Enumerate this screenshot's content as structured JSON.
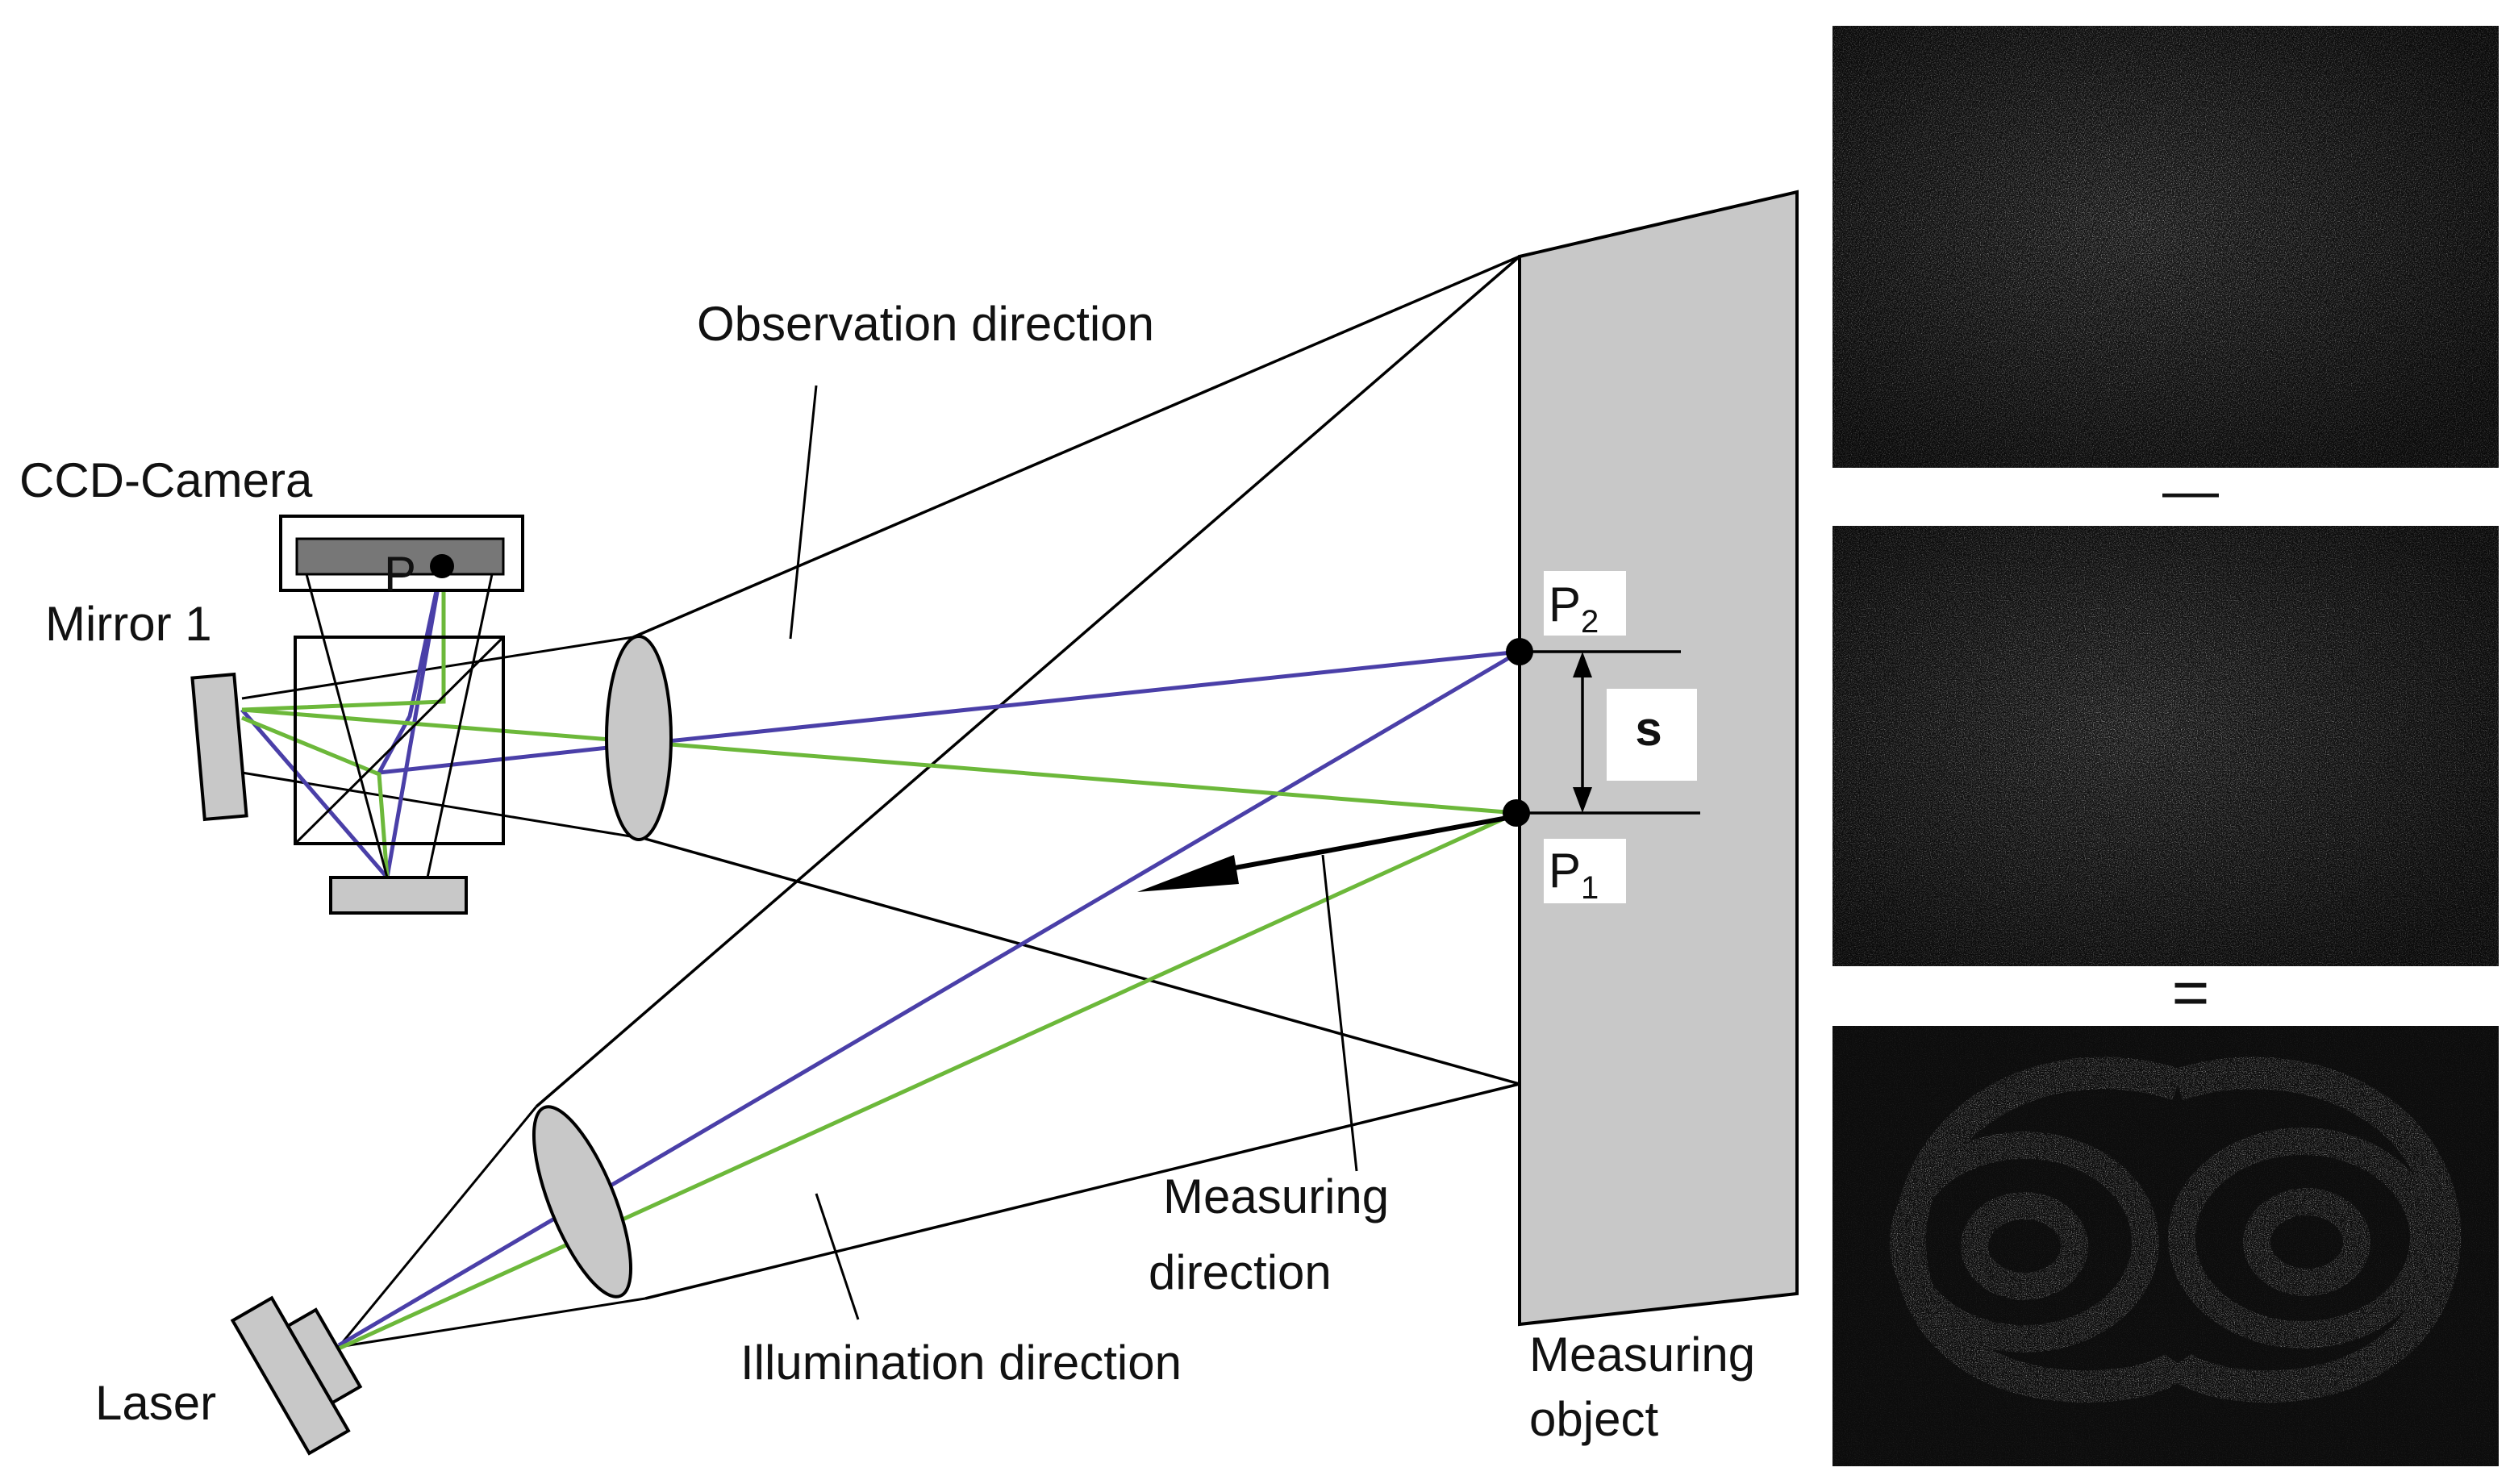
{
  "labels": {
    "observation_direction": "Observation direction",
    "ccd_camera": "CCD-Camera",
    "mirror_1": "Mirror 1",
    "p_camera": "P",
    "p2_main": "P",
    "p2_sub": "2",
    "p1_main": "P",
    "p1_sub": "1",
    "s": "s",
    "measuring_direction_line1": "Measuring",
    "measuring_direction_line2": "direction",
    "illumination_direction": "Illumination direction",
    "laser": "Laser",
    "measuring_object_line1": "Measuring",
    "measuring_object_line2": "object"
  },
  "operators": {
    "minus": "—",
    "equals": "="
  },
  "speckle_panels": [
    {
      "name": "speckle-image-1",
      "content": "speckle"
    },
    {
      "name": "speckle-image-2",
      "content": "speckle"
    },
    {
      "name": "speckle-fringe-result",
      "content": "fringe pattern"
    }
  ],
  "colors": {
    "blue_ray": "#4a3fa8",
    "green_ray": "#6cb83a",
    "object_fill": "#c8c8c8",
    "lens_fill": "#c8c8c8",
    "panel_bg": "#111111"
  }
}
